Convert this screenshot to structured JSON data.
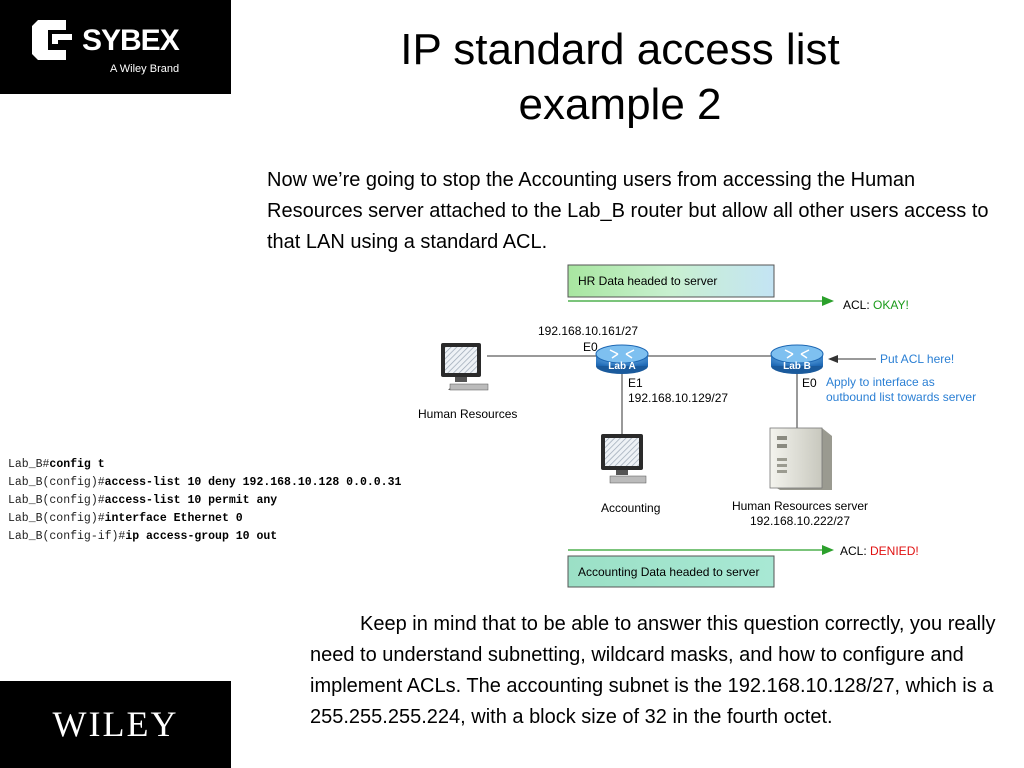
{
  "branding": {
    "sybex_word": "SYBEX",
    "sybex_tagline": "A Wiley Brand",
    "wiley_word": "WILEY"
  },
  "title_line1": "IP standard access list",
  "title_line2": "example 2",
  "intro_text": "Now we’re going to stop the Accounting users from accessing the Human Resources server attached to the Lab_B router but allow all other users access to that LAN using a standard ACL.",
  "outro_text": "Keep in mind that to be able to answer this question correctly, you really need to understand subnetting, wildcard masks, and how to configure and implement ACLs. The accounting subnet is the 192.168.10.128/27, which is a 255.255.255.224, with a block size of 32 in the fourth octet.",
  "cli": [
    {
      "prompt": "Lab_B#",
      "command": "config t"
    },
    {
      "prompt": "Lab_B(config)#",
      "command": "access-list 10 deny 192.168.10.128 0.0.0.31"
    },
    {
      "prompt": "Lab_B(config)#",
      "command": "access-list 10 permit any"
    },
    {
      "prompt": "Lab_B(config)#",
      "command": "interface Ethernet 0"
    },
    {
      "prompt": "Lab_B(config-if)#",
      "command": "ip access-group 10 out"
    }
  ],
  "diagram": {
    "hr_data_label": "HR Data headed to server",
    "acl_prefix": "ACL: ",
    "acl_okay": "OKAY!",
    "acl_denied": "DENIED!",
    "accounting_data_label": "Accounting Data headed to server",
    "lab_a_e0_ip": "192.168.10.161/27",
    "lab_a_e0_label": "E0",
    "lab_a_e1_label": "E1",
    "lab_a_e1_ip": "192.168.10.129/27",
    "lab_a_name": "Lab A",
    "lab_b_name": "Lab B",
    "lab_b_e0_label": "E0",
    "put_acl_here": "Put ACL here!",
    "apply_line1": "Apply to interface as",
    "apply_line2": "outbound list towards server",
    "hr_pc_label": "Human Resources",
    "accounting_pc_label": "Accounting",
    "hr_server_label": "Human Resources server",
    "hr_server_ip": "192.168.10.222/27"
  },
  "colors": {
    "green_arrow": "#2ca02c",
    "okay_green": "#1a9a1a",
    "denied_red": "#e01010",
    "blue_note": "#2a7fd4",
    "router_blue": "#2a7fc8"
  }
}
